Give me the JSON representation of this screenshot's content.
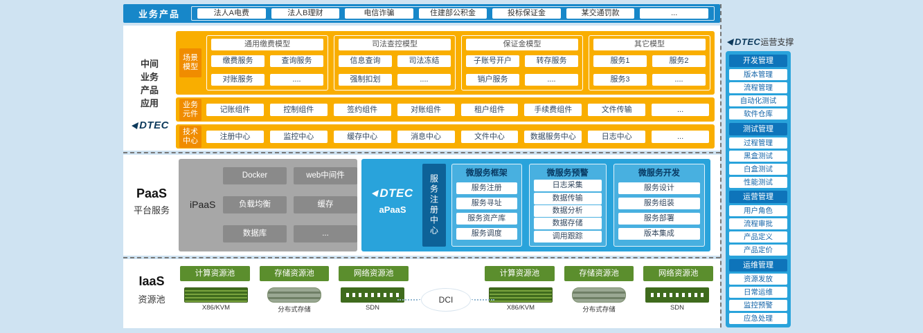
{
  "colors": {
    "background": "#cfe3f2",
    "bar_blue": "#1787c9",
    "band_yellow": "#f9ae00",
    "band_label_orange": "#f08c00",
    "apaas_blue": "#29a3db",
    "registry_blue": "#0d6298",
    "ipaas_gray": "#a7a7a7",
    "green": "#5b8e2d",
    "ops_header_blue": "#0e74ba",
    "logo_navy": "#0d3a5c"
  },
  "top_bar": {
    "label": "业务产品",
    "products": [
      "法人A电费",
      "法人B理财",
      "电信诈骗",
      "住建部公积金",
      "投标保证金",
      "某交通罚款",
      "..."
    ]
  },
  "middle": {
    "side_label": "中间\n业务\n产品\n应用",
    "logo": "DTEC",
    "scene_row": {
      "label": "场景\n模型",
      "groups": [
        {
          "title": "通用缴费模型",
          "items": [
            "缴费服务",
            "查询服务",
            "对账服务",
            "...."
          ]
        },
        {
          "title": "司法查控模型",
          "items": [
            "信息查询",
            "司法冻结",
            "强制扣划",
            "...."
          ]
        },
        {
          "title": "保证金模型",
          "items": [
            "子账号开户",
            "转存服务",
            "销户服务",
            "...."
          ]
        },
        {
          "title": "其它模型",
          "items": [
            "服务1",
            "服务2",
            "服务3",
            "...."
          ]
        }
      ]
    },
    "component_row": {
      "label": "业务\n元件",
      "items": [
        "记账组件",
        "控制组件",
        "签约组件",
        "对账组件",
        "租户组件",
        "手续费组件",
        "文件传输",
        "..."
      ]
    },
    "tech_row": {
      "label": "技术\n中心",
      "items": [
        "注册中心",
        "监控中心",
        "缓存中心",
        "消息中心",
        "文件中心",
        "数据服务中心",
        "日志中心",
        "..."
      ]
    }
  },
  "paas": {
    "title": "PaaS",
    "subtitle": "平台服务",
    "ipaas": {
      "label": "iPaaS",
      "items": [
        "Docker",
        "web中间件",
        "负载均衡",
        "缓存",
        "数据库",
        "..."
      ]
    },
    "apaas": {
      "logo": "DTEC",
      "label": "aPaaS",
      "registry": "服务注册中心",
      "panels": [
        {
          "title": "微服务框架",
          "items": [
            "服务注册",
            "服务寻址",
            "服务资产库",
            "服务调度"
          ]
        },
        {
          "title": "微服务预警",
          "items": [
            "日志采集",
            "数据传输",
            "数据分析",
            "数据存储",
            "调用跟踪"
          ]
        },
        {
          "title": "微服务开发",
          "items": [
            "服务设计",
            "服务组装",
            "服务部署",
            "版本集成"
          ]
        }
      ]
    }
  },
  "iaas": {
    "title": "IaaS",
    "subtitle": "资源池",
    "dci": "DCI",
    "clusters": [
      {
        "pools": [
          "计算资源池",
          "存储资源池",
          "网络资源池"
        ],
        "servers": [
          "X86/KVM",
          "分布式存储",
          "SDN"
        ]
      },
      {
        "pools": [
          "计算资源池",
          "存储资源池",
          "网络资源池"
        ],
        "servers": [
          "X86/KVM",
          "分布式存储",
          "SDN"
        ]
      }
    ]
  },
  "ops": {
    "logo": "DTEC",
    "title": "运营支撑",
    "groups": [
      {
        "title": "开发管理",
        "items": [
          "版本管理",
          "流程管理",
          "自动化测试",
          "软件仓库"
        ]
      },
      {
        "title": "测试管理",
        "items": [
          "过程管理",
          "黑盒测试",
          "白盒测试",
          "性能测试"
        ]
      },
      {
        "title": "运营管理",
        "items": [
          "用户角色",
          "流程审批",
          "产品定义",
          "产品定价"
        ]
      },
      {
        "title": "运维管理",
        "items": [
          "资源发放",
          "日常运维",
          "监控预警",
          "应急处理"
        ]
      }
    ]
  }
}
